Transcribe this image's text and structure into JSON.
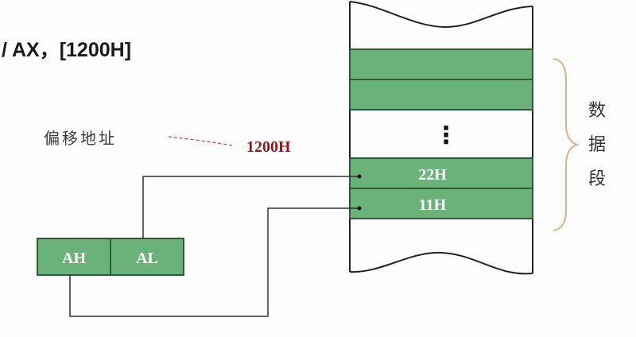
{
  "instruction": "/ AX，[1200H]",
  "offset_label": "偏移地址",
  "offset_value": "1200H",
  "memory": {
    "ellipsis": "⋮",
    "cell_high": "22H",
    "cell_low": "11H"
  },
  "register": {
    "high": "AH",
    "low": "AL"
  },
  "segment_label": [
    "数",
    "据",
    "段"
  ],
  "colors": {
    "cell_fill": "#6bb27a",
    "cell_border": "#2f5a36",
    "address_text": "#8b1a1a",
    "brace": "#d9b38a"
  }
}
